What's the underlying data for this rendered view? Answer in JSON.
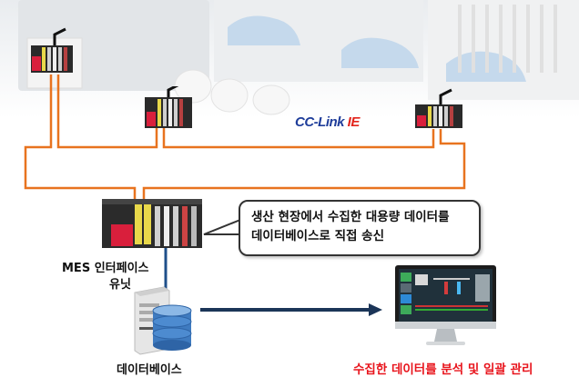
{
  "network": {
    "logo_part1": "CC-Link",
    "logo_part2": "IE",
    "cable_color": "#e8731f"
  },
  "devices": [
    {
      "name": "remote-io-station-1"
    },
    {
      "name": "remote-io-station-2"
    },
    {
      "name": "remote-io-station-3"
    },
    {
      "name": "mes-interface-unit"
    }
  ],
  "mes_unit": {
    "label_line1": "MES 인터페이스",
    "label_line2": "유닛"
  },
  "callout": {
    "line1": "생산 현장에서 수집한 대용량 데이터를",
    "line2": "데이터베이스로 직접 송신"
  },
  "database": {
    "label": "데이터베이스"
  },
  "arrow": {
    "color": "#1b3558"
  },
  "monitor": {
    "caption": "수집한 데이터를 분석 및 일괄 관리",
    "caption_color": "#e8141c"
  }
}
